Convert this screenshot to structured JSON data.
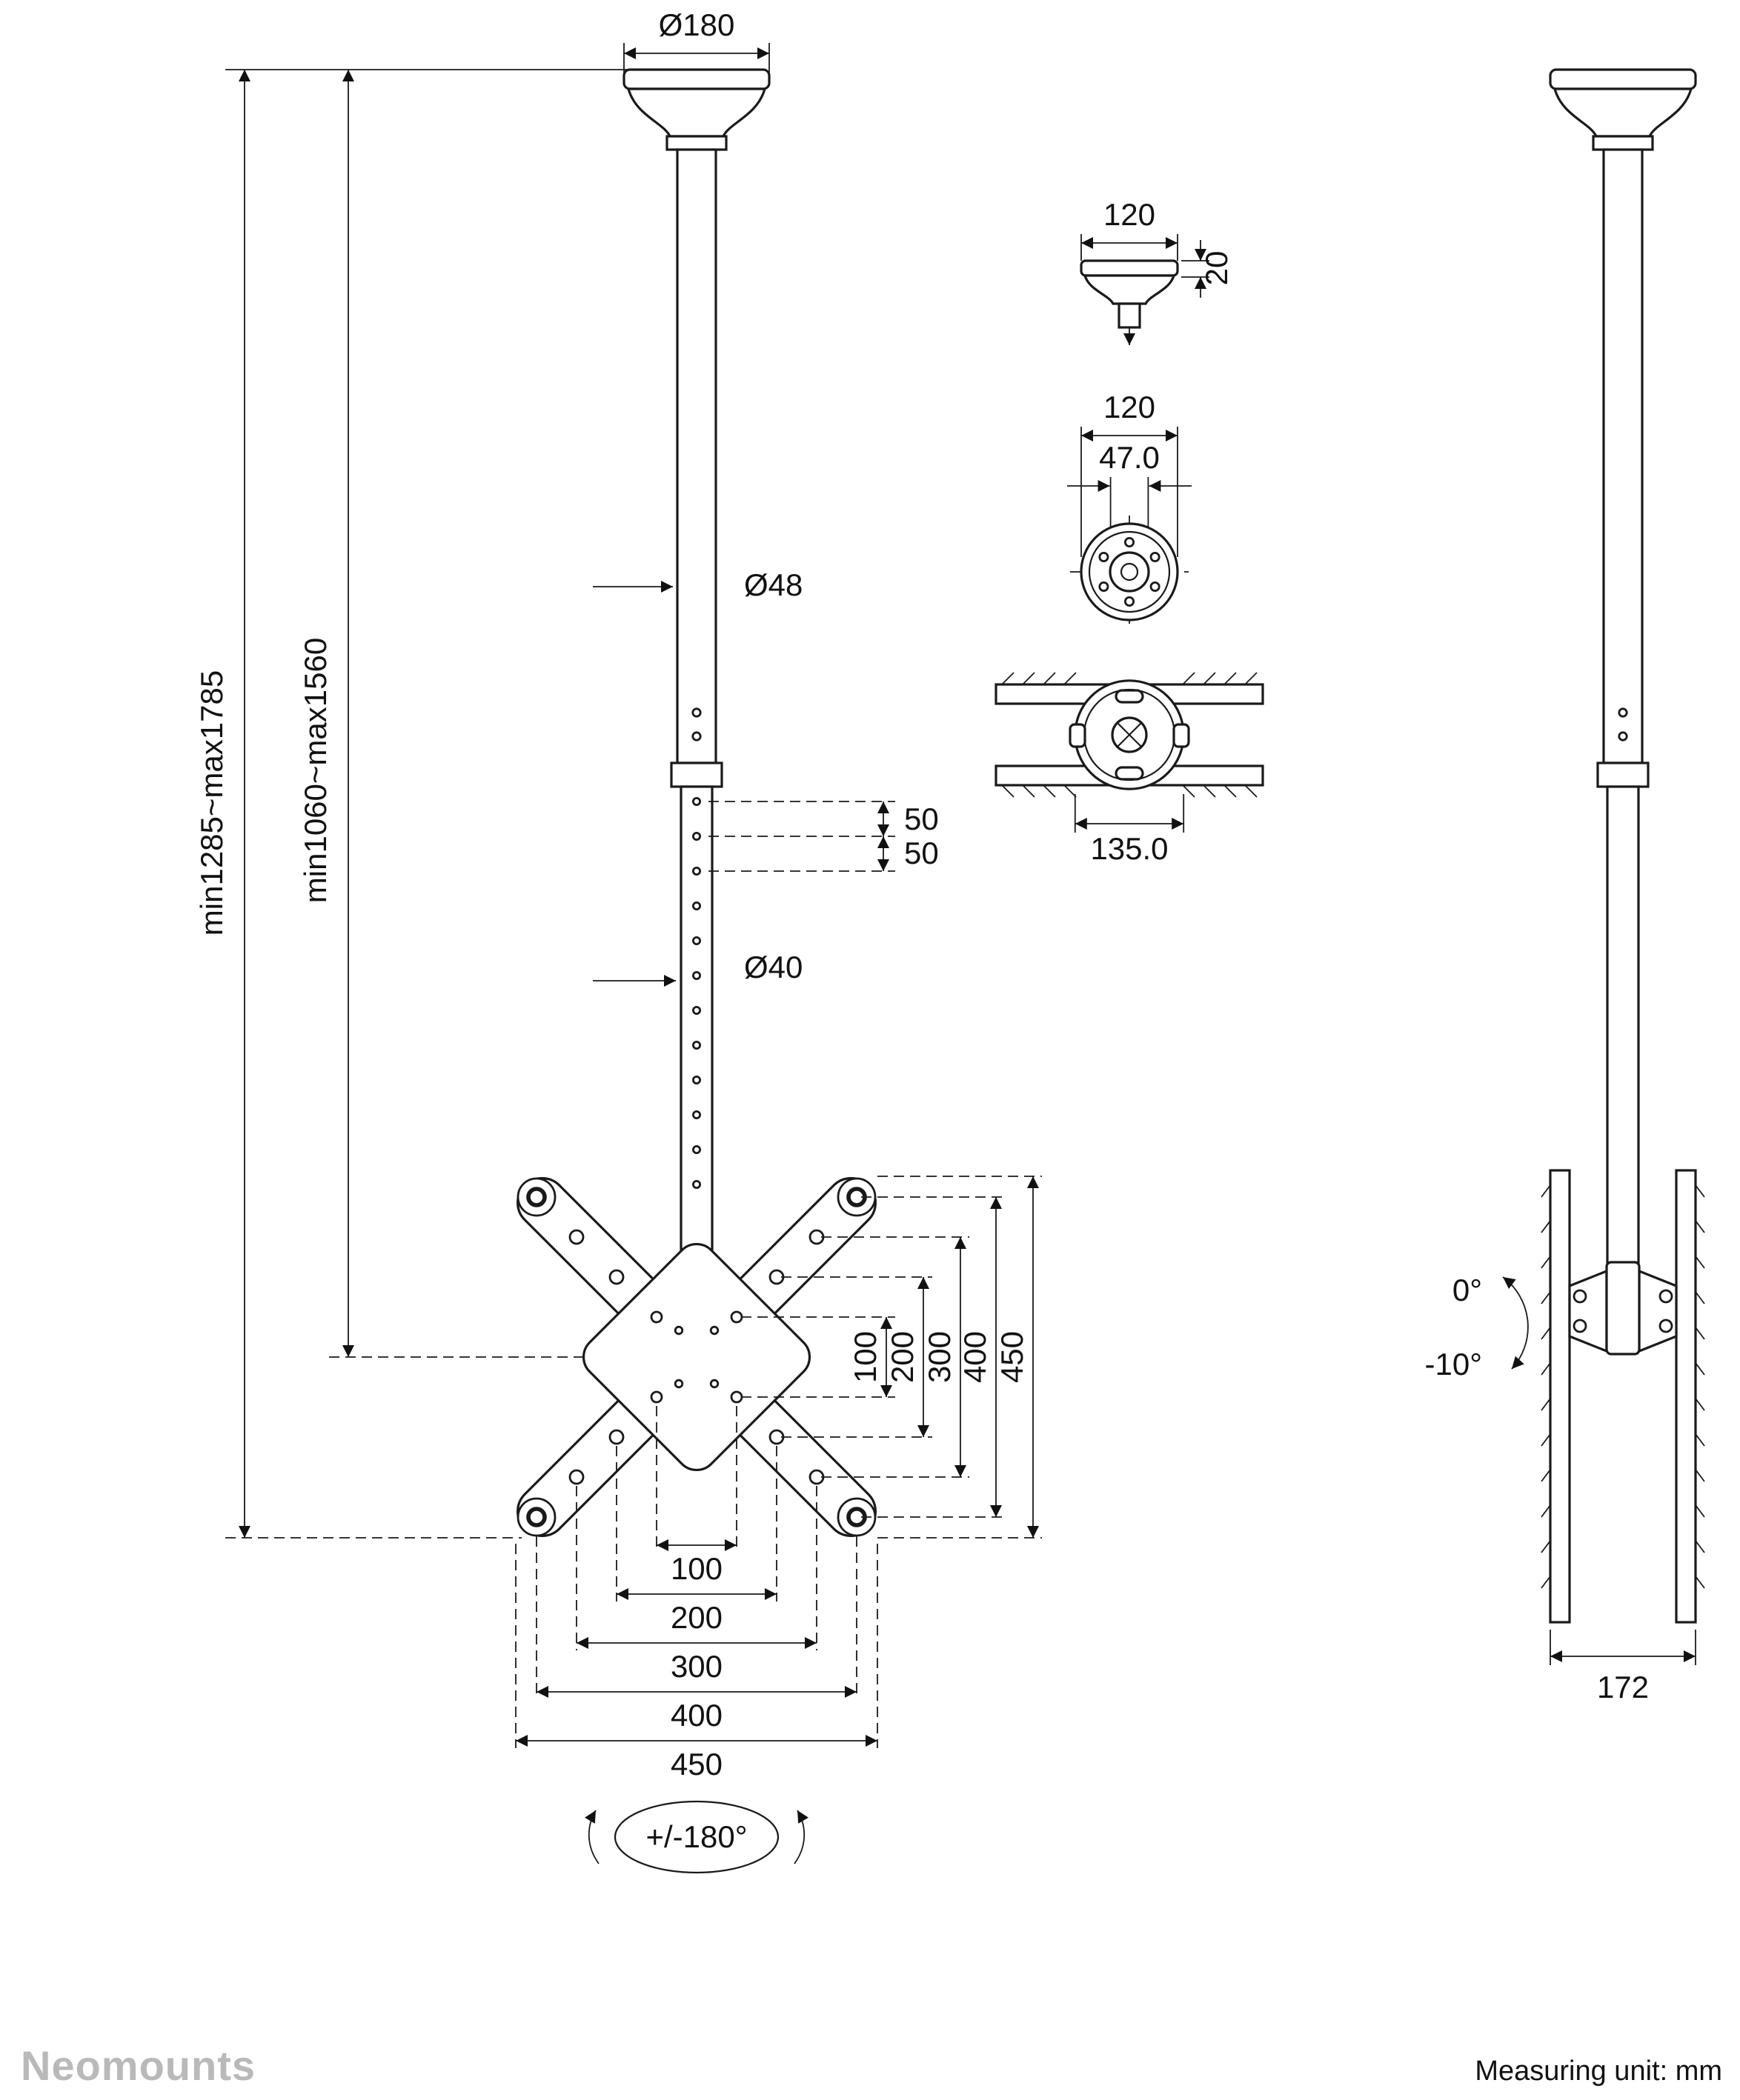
{
  "brand": "Neomounts",
  "footer": {
    "measuring_unit": "Measuring unit: mm"
  },
  "front_view": {
    "plate_diameter": "Ø180",
    "total_height": "min1285~max1785",
    "inner_height": "min1060~max1560",
    "upper_pole_diameter": "Ø48",
    "hole_pitch_top": "50",
    "hole_pitch_bottom": "50",
    "lower_pole_diameter": "Ø40",
    "vesa_vertical": [
      "100",
      "200",
      "300",
      "400",
      "450"
    ],
    "vesa_horizontal": [
      "100",
      "200",
      "300",
      "400",
      "450"
    ],
    "swivel_range": "+/-180°"
  },
  "top_views": {
    "plate_width": "120",
    "plate_height": "20",
    "flange_width": "120",
    "pipe_bore": "47.0",
    "hub_diameter": "135.0"
  },
  "side_view": {
    "tilt_max": "0°",
    "tilt_min": "-10°",
    "depth": "172"
  }
}
